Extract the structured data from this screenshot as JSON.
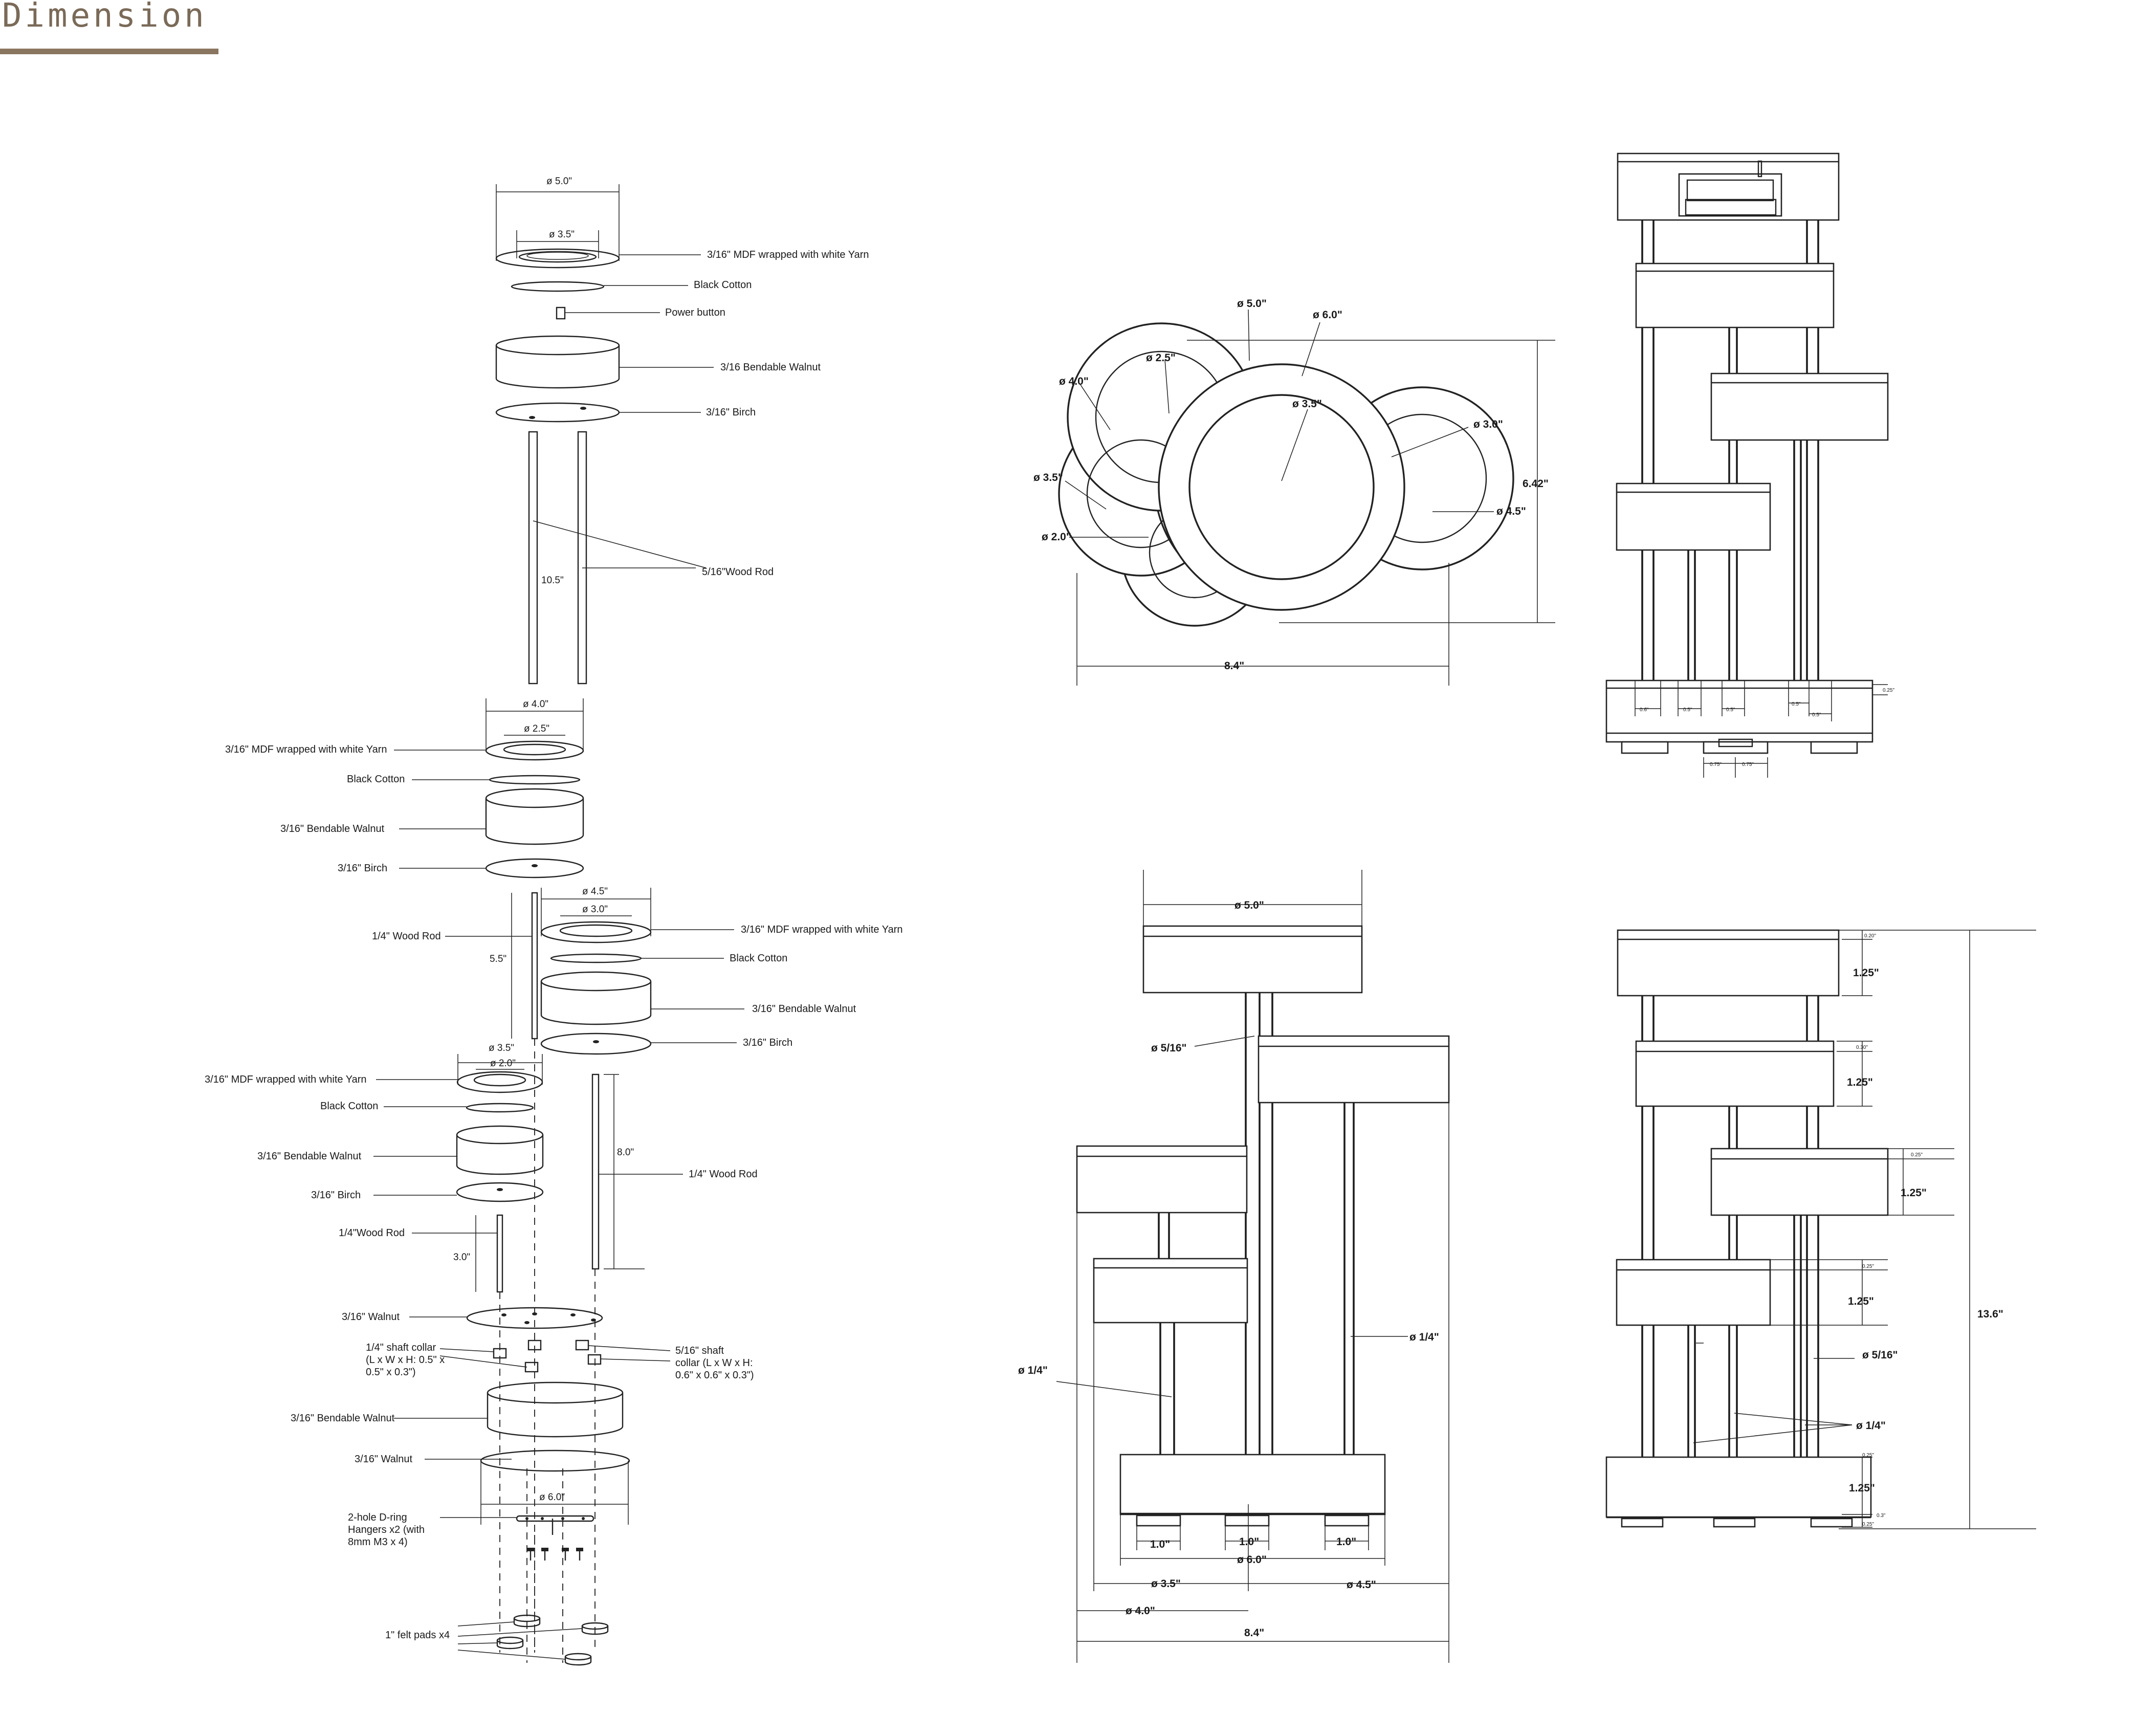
{
  "header": {
    "title": "Dimension"
  },
  "exploded": {
    "disk1": {
      "dia_outer": "ø 5.0\"",
      "dia_inner": "ø 3.5\"",
      "mdf": "3/16\" MDF wrapped with white Yarn",
      "cotton": "Black Cotton",
      "power": "Power button",
      "walnut": "3/16 Bendable Walnut",
      "birch": "3/16\"  Birch",
      "rod_len": "10.5\"",
      "rod": "5/16\"Wood Rod"
    },
    "disk2": {
      "dia_outer": "ø 4.0\"",
      "dia_inner": "ø 2.5\"",
      "mdf": "3/16\" MDF wrapped with white Yarn",
      "cotton": "Black Cotton",
      "walnut": "3/16\" Bendable Walnut",
      "birch": "3/16\"  Birch",
      "rod": "1/4\" Wood Rod",
      "rod_len": "5.5\""
    },
    "disk3": {
      "dia_outer": "ø 4.5\"",
      "dia_inner": "ø 3.0\"",
      "mdf": "3/16\" MDF wrapped with white Yarn",
      "cotton": "Black Cotton",
      "walnut": "3/16\" Bendable Walnut",
      "birch": "3/16\" Birch",
      "rod_len": "8.0\"",
      "rod": "1/4\" Wood Rod"
    },
    "disk4": {
      "dia_outer": "ø 3.5\"",
      "dia_inner": "ø 2.0\"",
      "mdf": "3/16\" MDF wrapped with white Yarn",
      "cotton": "Black Cotton",
      "walnut": "3/16\" Bendable Walnut",
      "birch": "3/16\"  Birch",
      "rod": "1/4\"Wood Rod",
      "rod_len": "3.0\""
    },
    "base": {
      "walnut_top": "3/16\"  Walnut",
      "collar_quarter": [
        "1/4\" shaft collar",
        "(L x W x H: 0.5\" x",
        "0.5\" x 0.3\")"
      ],
      "collar_5_16": [
        "5/16\" shaft",
        "collar (L x W x H:",
        "0.6\" x 0.6\" x 0.3\")"
      ],
      "bend_walnut": "3/16\" Bendable Walnut",
      "walnut_bottom": "3/16\"  Walnut",
      "dia": "ø 6.0\"",
      "hangers": [
        "2-hole D-ring",
        "Hangers x2 (with",
        "8mm M3 x 4)"
      ],
      "felt": "1\" felt pads x4"
    }
  },
  "top_view": {
    "d50": "ø 5.0\"",
    "d60": "ø 6.0\"",
    "d25": "ø 2.5\"",
    "d40": "ø 4.0\"",
    "d35_center": "ø 3.5\"",
    "d30": "ø 3.0\"",
    "d35_left": "ø 3.5\"",
    "d20": "ø 2.0\"",
    "d45": "ø 4.5\"",
    "height": "6.42\"",
    "width": "8.4\""
  },
  "plan_view": {
    "small": [
      "0.6\"",
      "0.5\"",
      "0.5\"",
      "0.5\"",
      "0.5\"",
      "0.25\"",
      "0.75\"",
      "0.75\"",
      "0.25\""
    ]
  },
  "front_view": {
    "top": "ø 5.0\"",
    "rod516": "ø 5/16\"",
    "rod14_left": "ø 1/4\"",
    "rod14_right": "ø 1/4\"",
    "foot1": "1.0\"",
    "foot2": "1.0\"",
    "foot3": "1.0\"",
    "d60": "ø 6.0\"",
    "d35": "ø 3.5\"",
    "d45": "ø 4.5\"",
    "d40": "ø 4.0\"",
    "width": "8.4\""
  },
  "side_view": {
    "h1": "1.25\"",
    "h2": "1.25\"",
    "h3": "1.25\"",
    "h4": "1.25\"",
    "h5": "1.25\"",
    "total": "13.6\"",
    "rod516": "ø 5/16\"",
    "rod14": "ø 1/4\"",
    "gap1": "0.20\"",
    "gap2": "0.30\"",
    "gap3": "0.25\"",
    "gap4": "0.25\"",
    "gap5": "0.25\"",
    "gap6": "0.3\"",
    "gap7": "0.25\""
  }
}
